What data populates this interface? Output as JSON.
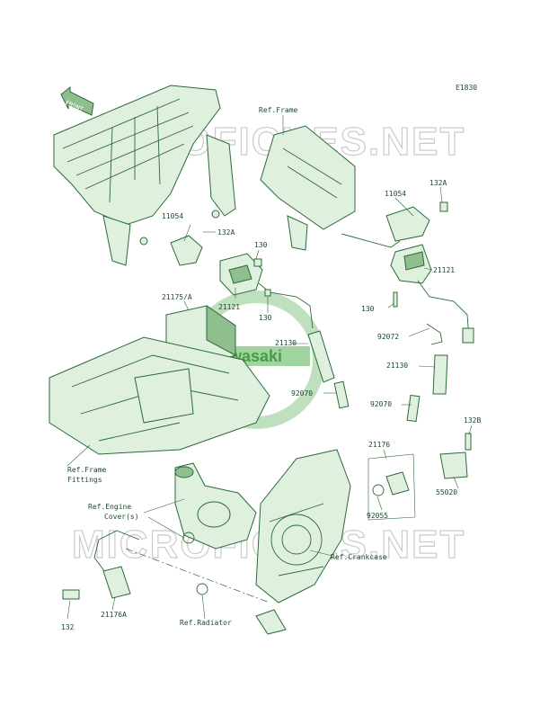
{
  "diagram_code": "E1830",
  "front_arrow": "FRONT",
  "watermark": "MICROFICHES.NET",
  "logo_text": "Kawasaki",
  "colors": {
    "line": "#2b6a3a",
    "fill": "#dff0df",
    "shade": "#8fbf8f",
    "watermark": "#c9ccc9"
  },
  "labels": {
    "ref_frame": "Ref.Frame",
    "l_11054_right": "11054",
    "l_132a_right": "132A",
    "l_11054_left": "11054",
    "l_132a_left": "132A",
    "l_130_top": "130",
    "l_21121_left": "21121",
    "l_130_left": "130",
    "l_21175a": "21175/A",
    "l_21121_right": "21121",
    "l_130_right": "130",
    "l_21130_mid": "21130",
    "l_92072": "92072",
    "l_21130_right": "21130",
    "l_92070_mid": "92070",
    "l_92070_right": "92070",
    "l_132b": "132B",
    "l_21176": "21176",
    "ref_frame_fittings_1": "Ref.Frame",
    "ref_frame_fittings_2": "Fittings",
    "ref_engine_cover_1": "Ref.Engine",
    "ref_engine_cover_2": "Cover(s)",
    "l_55020": "55020",
    "l_92055": "92055",
    "ref_crankcase": "Ref.Crankcase",
    "l_132_bottom": "132",
    "l_21176a": "21176A",
    "ref_radiator": "Ref.Radiator"
  }
}
